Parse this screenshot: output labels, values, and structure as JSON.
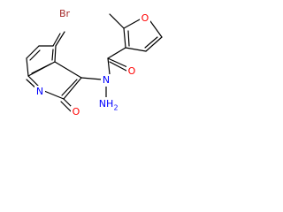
{
  "molecule": {
    "atoms": {
      "br": {
        "text": "Br",
        "color": "#a52a2a"
      },
      "n_ring": {
        "text": "N",
        "color": "#0000ff"
      },
      "o_carbonyl_ring": {
        "text": "O",
        "color": "#ff0000"
      },
      "n_hydrazide": {
        "text": "N",
        "color": "#0000ff"
      },
      "nh2": {
        "text": "NH",
        "color": "#0000ff"
      },
      "nh2_sub": {
        "text": "2",
        "color": "#0000ff"
      },
      "o_amide": {
        "text": "O",
        "color": "#ff0000"
      },
      "o_furan": {
        "text": "O",
        "color": "#ff0000"
      }
    }
  }
}
